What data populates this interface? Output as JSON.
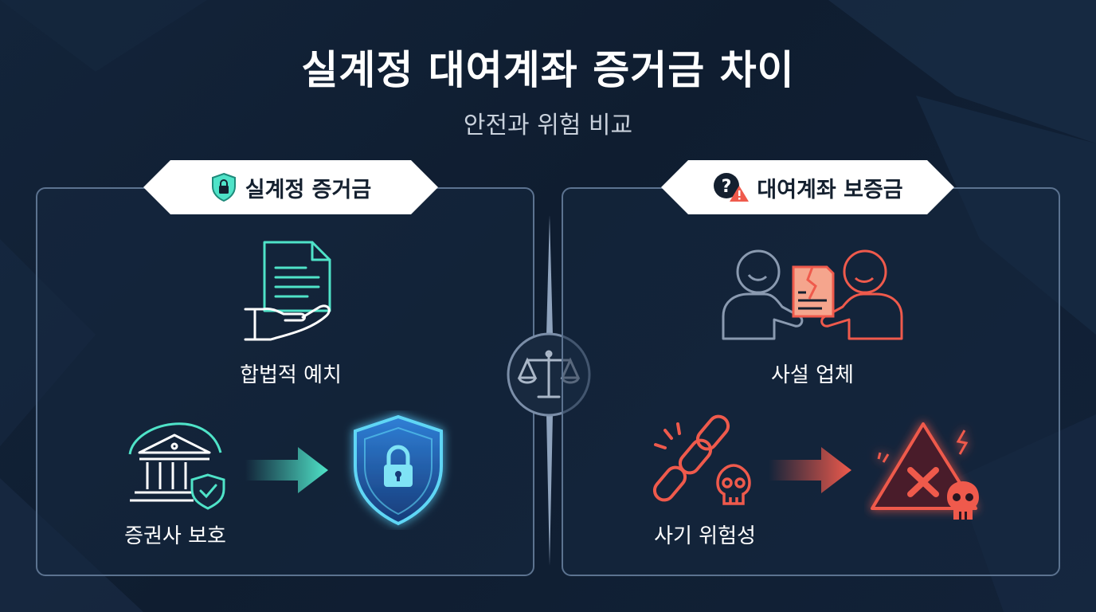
{
  "header": {
    "title": "실계정 대여계좌 증거금 차이",
    "subtitle": "안전과 위험 비교"
  },
  "left_panel": {
    "heading": "실계정 증거금",
    "item_top": "합법적 예치",
    "item_bottom": "증권사 보호",
    "accent": "#4fe3c8"
  },
  "right_panel": {
    "heading": "대여계좌 보증금",
    "item_top": "사설 업체",
    "item_bottom": "사기 위험성",
    "accent": "#ef5a4c"
  },
  "icons": {
    "left_heading": "shield-lock-icon",
    "right_heading": "question-warning-icon",
    "left_top": "document-hand-icon",
    "left_bottom_a": "bank-shield-icon",
    "left_bottom_b": "glowing-shield-lock-icon",
    "right_top": "handshake-broken-contract-icon",
    "right_bottom_a": "broken-chain-skull-icon",
    "right_bottom_b": "warning-triangle-skull-icon",
    "divider": "balance-scale-icon"
  }
}
